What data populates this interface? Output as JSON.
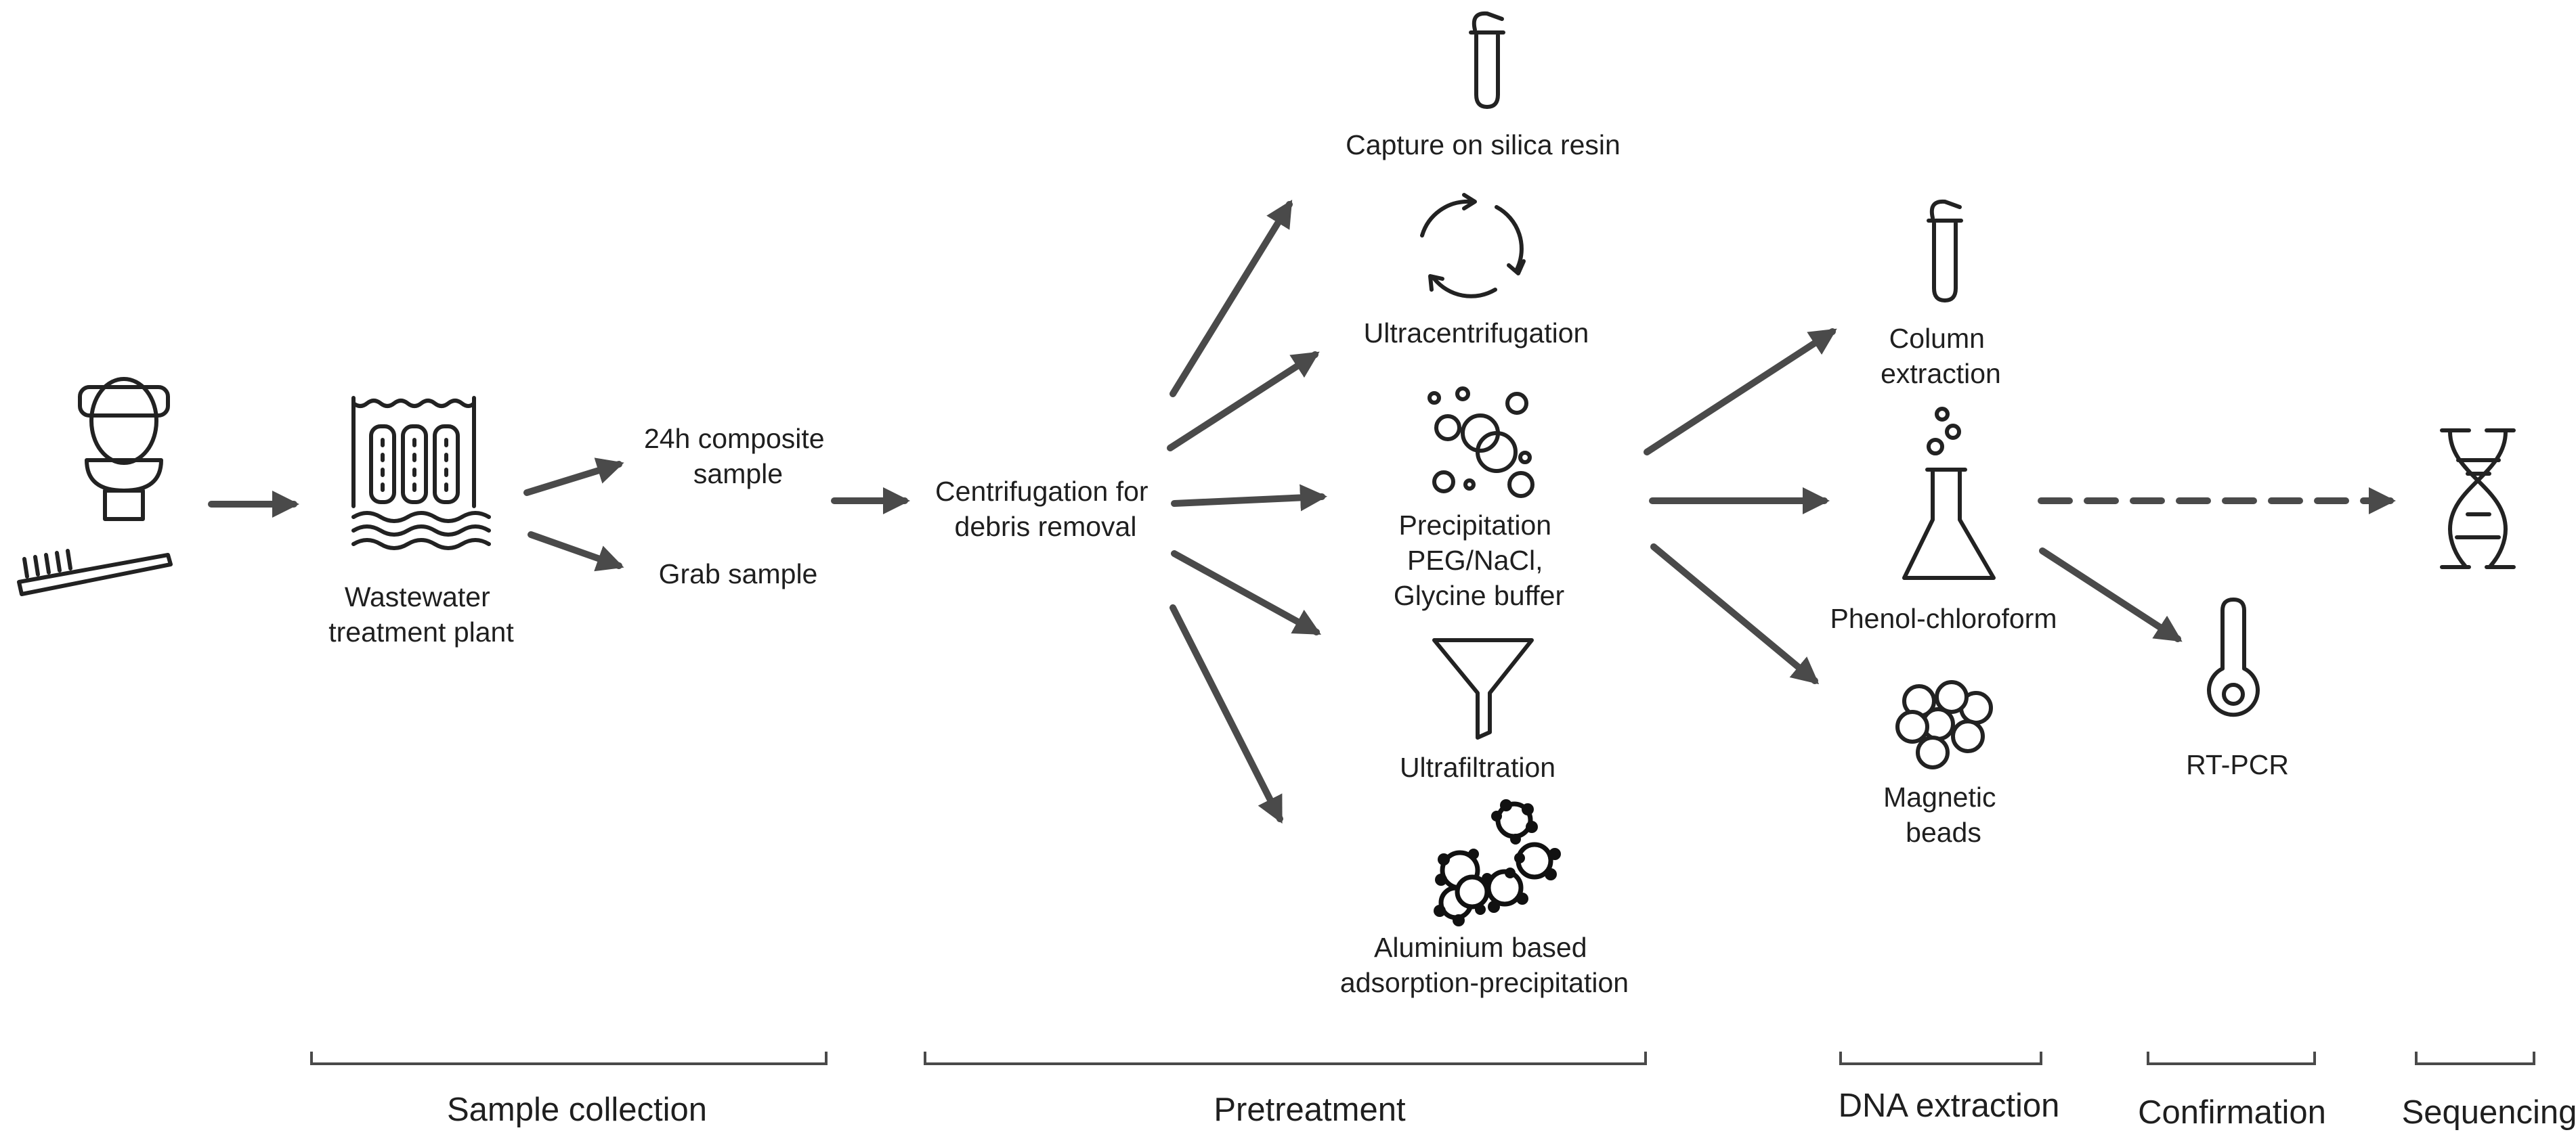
{
  "labels": {
    "wwtp": [
      "Wastewater",
      "treatment plant"
    ],
    "composite": [
      "24h composite",
      "sample"
    ],
    "grab": "Grab sample",
    "centrifugation": [
      "Centrifugation for",
      "debris removal"
    ],
    "silica": "Capture on silica resin",
    "ultracentrifugation": "Ultracentrifugation",
    "precipitation": [
      "Precipitation",
      "PEG/NaCl,",
      "Glycine buffer"
    ],
    "ultrafiltration": "Ultrafiltration",
    "aluminium": [
      "Aluminium based",
      "adsorption-precipitation"
    ],
    "column": [
      "Column",
      "extraction"
    ],
    "phenol": "Phenol-chloroform",
    "magnetic": [
      "Magnetic",
      "beads"
    ],
    "rtpcr": "RT-PCR"
  },
  "sections": {
    "collection": "Sample collection",
    "pretreatment": "Pretreatment",
    "dna": "DNA extraction",
    "confirmation": "Confirmation",
    "sequencing": "Sequencing"
  },
  "icons": [
    "toilet-icon",
    "toothbrush-icon",
    "wastewater-plant-icon",
    "test-tube-icon",
    "recycle-arrows-icon",
    "bubbles-icon",
    "funnel-icon",
    "virus-particles-icon",
    "flask-icon",
    "beads-icon",
    "thermometer-icon",
    "dna-helix-icon"
  ],
  "colors": {
    "arrow": "#4a4a4a",
    "text": "#1f1f1f",
    "background": "#ffffff"
  }
}
